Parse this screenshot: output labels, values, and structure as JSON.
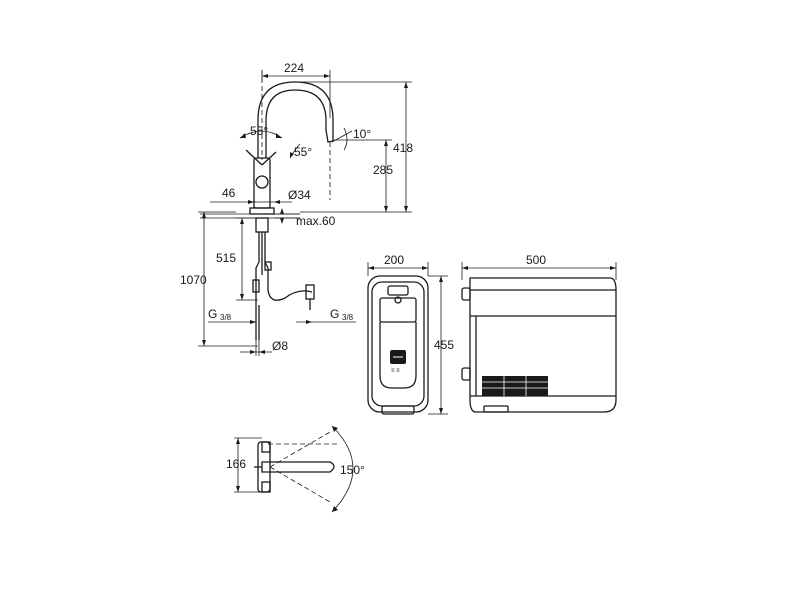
{
  "dimensions": {
    "spout_reach": "224",
    "height_total": "418",
    "height_spout": "285",
    "spout_angle_10": "10°",
    "handle_angle_a": "55°",
    "handle_angle_b": "55°",
    "handle_offset": "46",
    "base_diameter": "Ø34",
    "max_thickness": "max.60",
    "hose_515": "515",
    "hose_1070": "1070",
    "thread_left_g": "G",
    "thread_left_frac": "3/8",
    "thread_right_g": "G",
    "thread_right_frac": "3/8",
    "pipe_diameter": "Ø8",
    "unit_width": "200",
    "unit_height": "455",
    "unit_depth": "500",
    "top_view_166": "166",
    "swivel_angle": "150°"
  },
  "colors": {
    "line": "#1a1a1a",
    "background": "#ffffff",
    "fill_dark": "#1a1a1a"
  }
}
